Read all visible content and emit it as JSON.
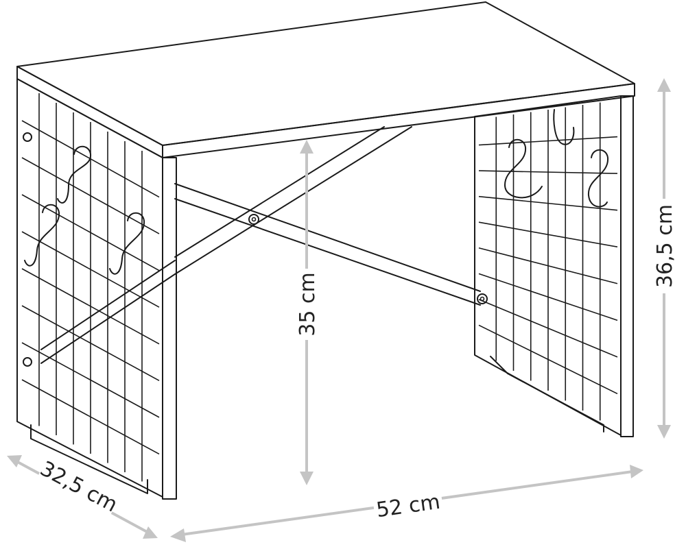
{
  "dimensions": {
    "depth": "32,5 cm",
    "width": "52 cm",
    "inner_height": "35 cm",
    "total_height": "36,5 cm"
  },
  "colors": {
    "line": "#1a1a1a",
    "dimension_line": "#c4c4c4",
    "label": "#222222",
    "background": "#ffffff"
  }
}
